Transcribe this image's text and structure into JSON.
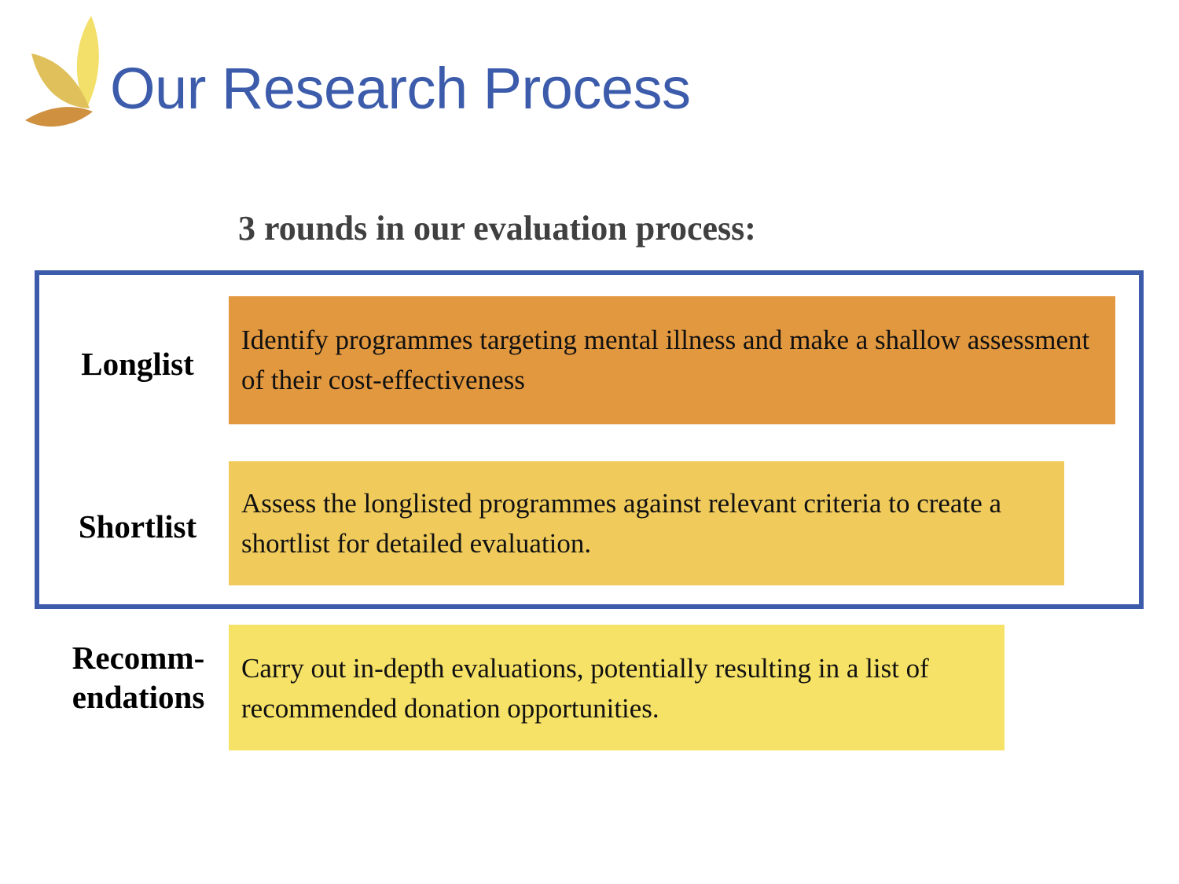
{
  "header": {
    "title": "Our Research Process",
    "title_color": "#3c5cab",
    "logo_name": "three-leaf-logo",
    "logo_colors": {
      "leaf_upright": "#F2E06A",
      "leaf_diagonal": "#E0C05A",
      "leaf_base": "#CF9040"
    }
  },
  "subtitle": {
    "text": "3 rounds in our evaluation process:",
    "color": "#404040"
  },
  "rounds_box": {
    "border_color": "#3c5cab",
    "contains": [
      "Longlist",
      "Shortlist"
    ]
  },
  "stages": [
    {
      "label": "Longlist",
      "label_lines": [
        "Longlist"
      ],
      "description": "Identify programmes targeting mental illness and make a shallow assessment of their cost-effectiveness",
      "bar_color": "#E2983F",
      "inside_box": true
    },
    {
      "label": "Shortlist",
      "label_lines": [
        "Shortlist"
      ],
      "description": "Assess the longlisted programmes against relevant criteria to create a shortlist for detailed evaluation.",
      "bar_color": "#F0CB5C",
      "inside_box": true
    },
    {
      "label": "Recommendations",
      "label_lines": [
        "Recomm-",
        "endations"
      ],
      "description": "Carry out in-depth evaluations, potentially resulting in a list of recommended donation opportunities.",
      "bar_color": "#F6E266",
      "inside_box": false
    }
  ]
}
